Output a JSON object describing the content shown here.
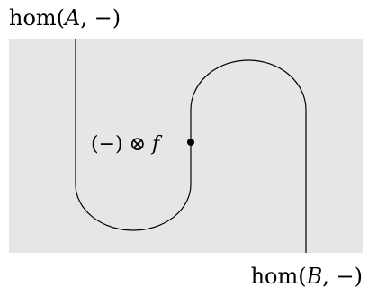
{
  "diagram": {
    "top_label": {
      "func": "hom",
      "open": "(",
      "var": "A",
      "sep": ", ",
      "dash": "−",
      "close": ")"
    },
    "bottom_label": {
      "func": "hom",
      "open": "(",
      "var": "B",
      "sep": ", ",
      "dash": "−",
      "close": ")"
    },
    "node_label": {
      "prefix": "(−) ⊗ ",
      "var": "f"
    },
    "colors": {
      "background": "#e6e6e6",
      "wire": "#000000",
      "node": "#000000",
      "text": "#000000"
    }
  }
}
